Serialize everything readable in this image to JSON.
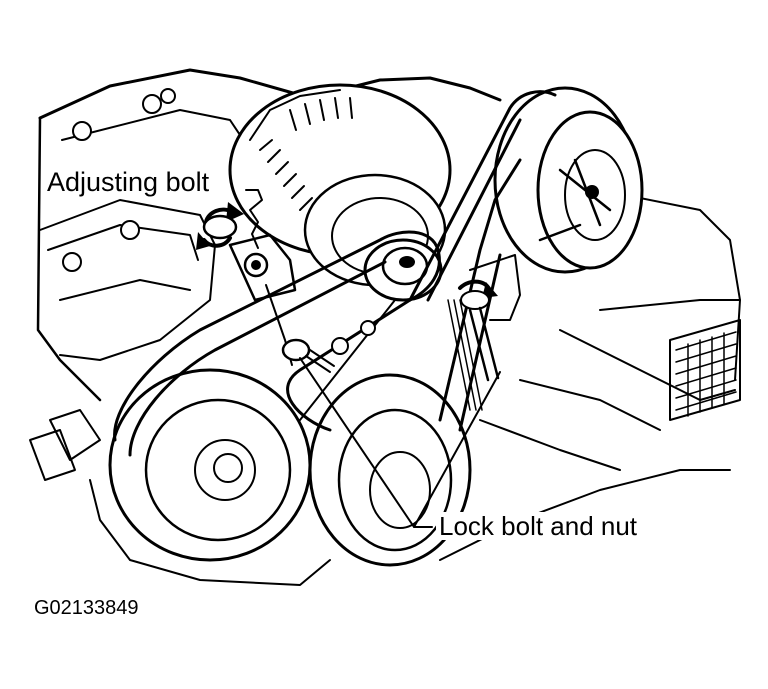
{
  "labels": {
    "adjusting_bolt": "Adjusting bolt",
    "lock_bolt_and_nut": "Lock bolt and nut",
    "figure_code": "G02133849"
  },
  "colors": {
    "ink": "#000000",
    "paper": "#ffffff"
  }
}
